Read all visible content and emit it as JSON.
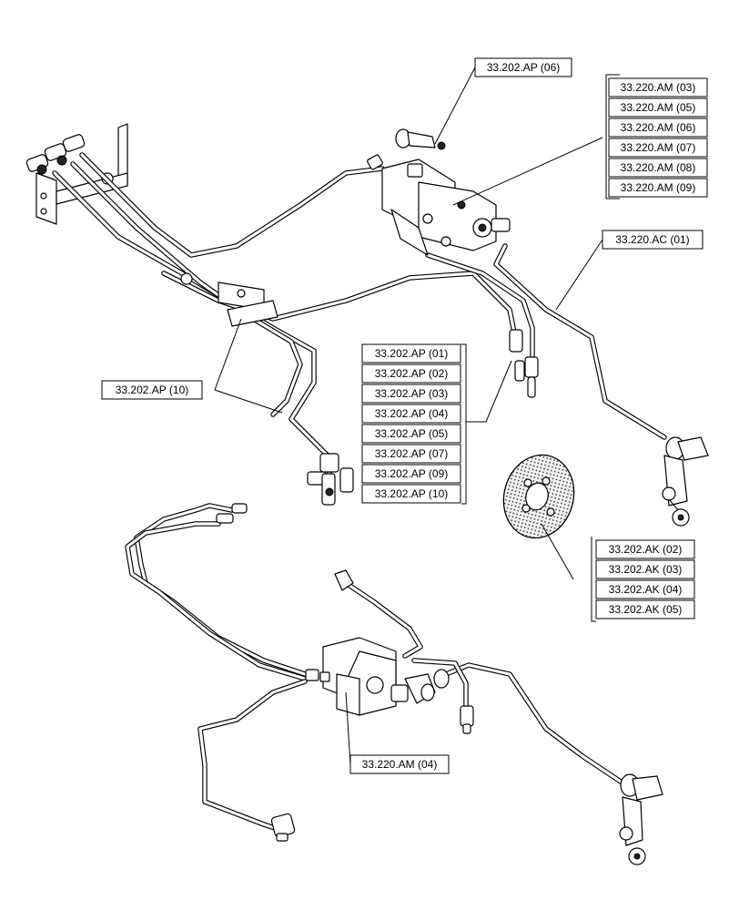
{
  "callouts": {
    "top_ap06": "33.202.AP (06)",
    "am_group": [
      "33.220.AM (03)",
      "33.220.AM (05)",
      "33.220.AM (06)",
      "33.220.AM (07)",
      "33.220.AM (08)",
      "33.220.AM (09)"
    ],
    "ac01": "33.220.AC (01)",
    "ap10_left": "33.202.AP (10)",
    "ap_group": [
      "33.202.AP (01)",
      "33.202.AP (02)",
      "33.202.AP (03)",
      "33.202.AP (04)",
      "33.202.AP (05)",
      "33.202.AP (07)",
      "33.202.AP (09)",
      "33.202.AP (10)"
    ],
    "ak_group": [
      "33.202.AK (02)",
      "33.202.AK (03)",
      "33.202.AK (04)",
      "33.202.AK (05)"
    ],
    "am04": "33.220.AM (04)"
  }
}
